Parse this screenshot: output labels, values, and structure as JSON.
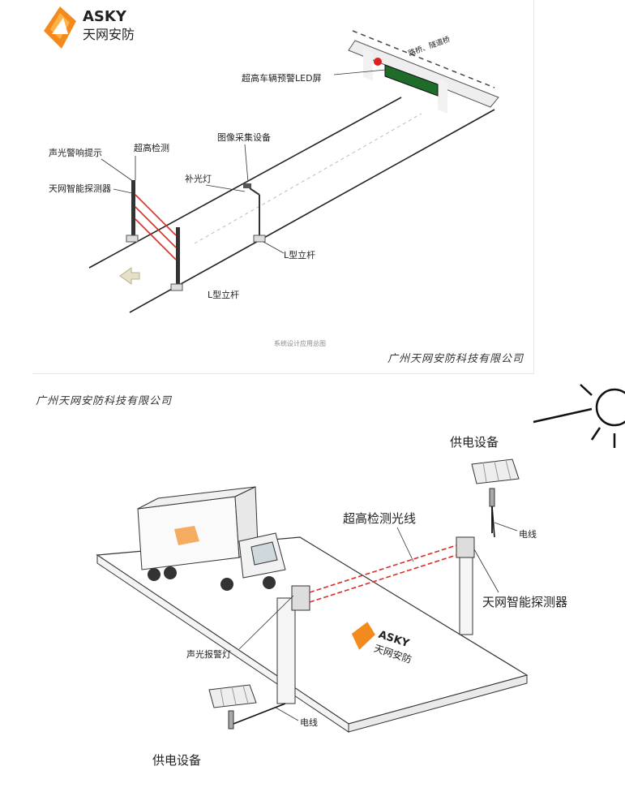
{
  "top_diagram": {
    "logo": {
      "brand": "ASKY",
      "name_cn": "天网安防"
    },
    "labels": {
      "led_screen": "超高车辆预警LED屏",
      "bridge_tag": "路桥、隧道桥",
      "sound_light_alarm": "声光警响提示",
      "height_detect": "超高检测",
      "image_capture": "图像采集设备",
      "detector": "天网智能探测器",
      "fill_light": "补光灯",
      "l_pole_right": "L型立杆",
      "l_pole_left": "L型立杆"
    },
    "caption": "系统设计应用总图",
    "company": "广州天网安防科技有限公司"
  },
  "company_banner": "广州天网安防科技有限公司",
  "bottom_diagram": {
    "logo": {
      "brand": "ASKY",
      "name_cn": "天网安防"
    },
    "labels": {
      "power_top": "供电设备",
      "wire_top": "电线",
      "beam": "超高检测光线",
      "detector": "天网智能探测器",
      "alarm_light": "声光报警灯",
      "wire_bottom": "电线",
      "power_bottom": "供电设备"
    }
  },
  "colors": {
    "logo_orange": "#f28a1e",
    "beam_red": "#d9302a",
    "led_green": "#1f6b2a"
  }
}
